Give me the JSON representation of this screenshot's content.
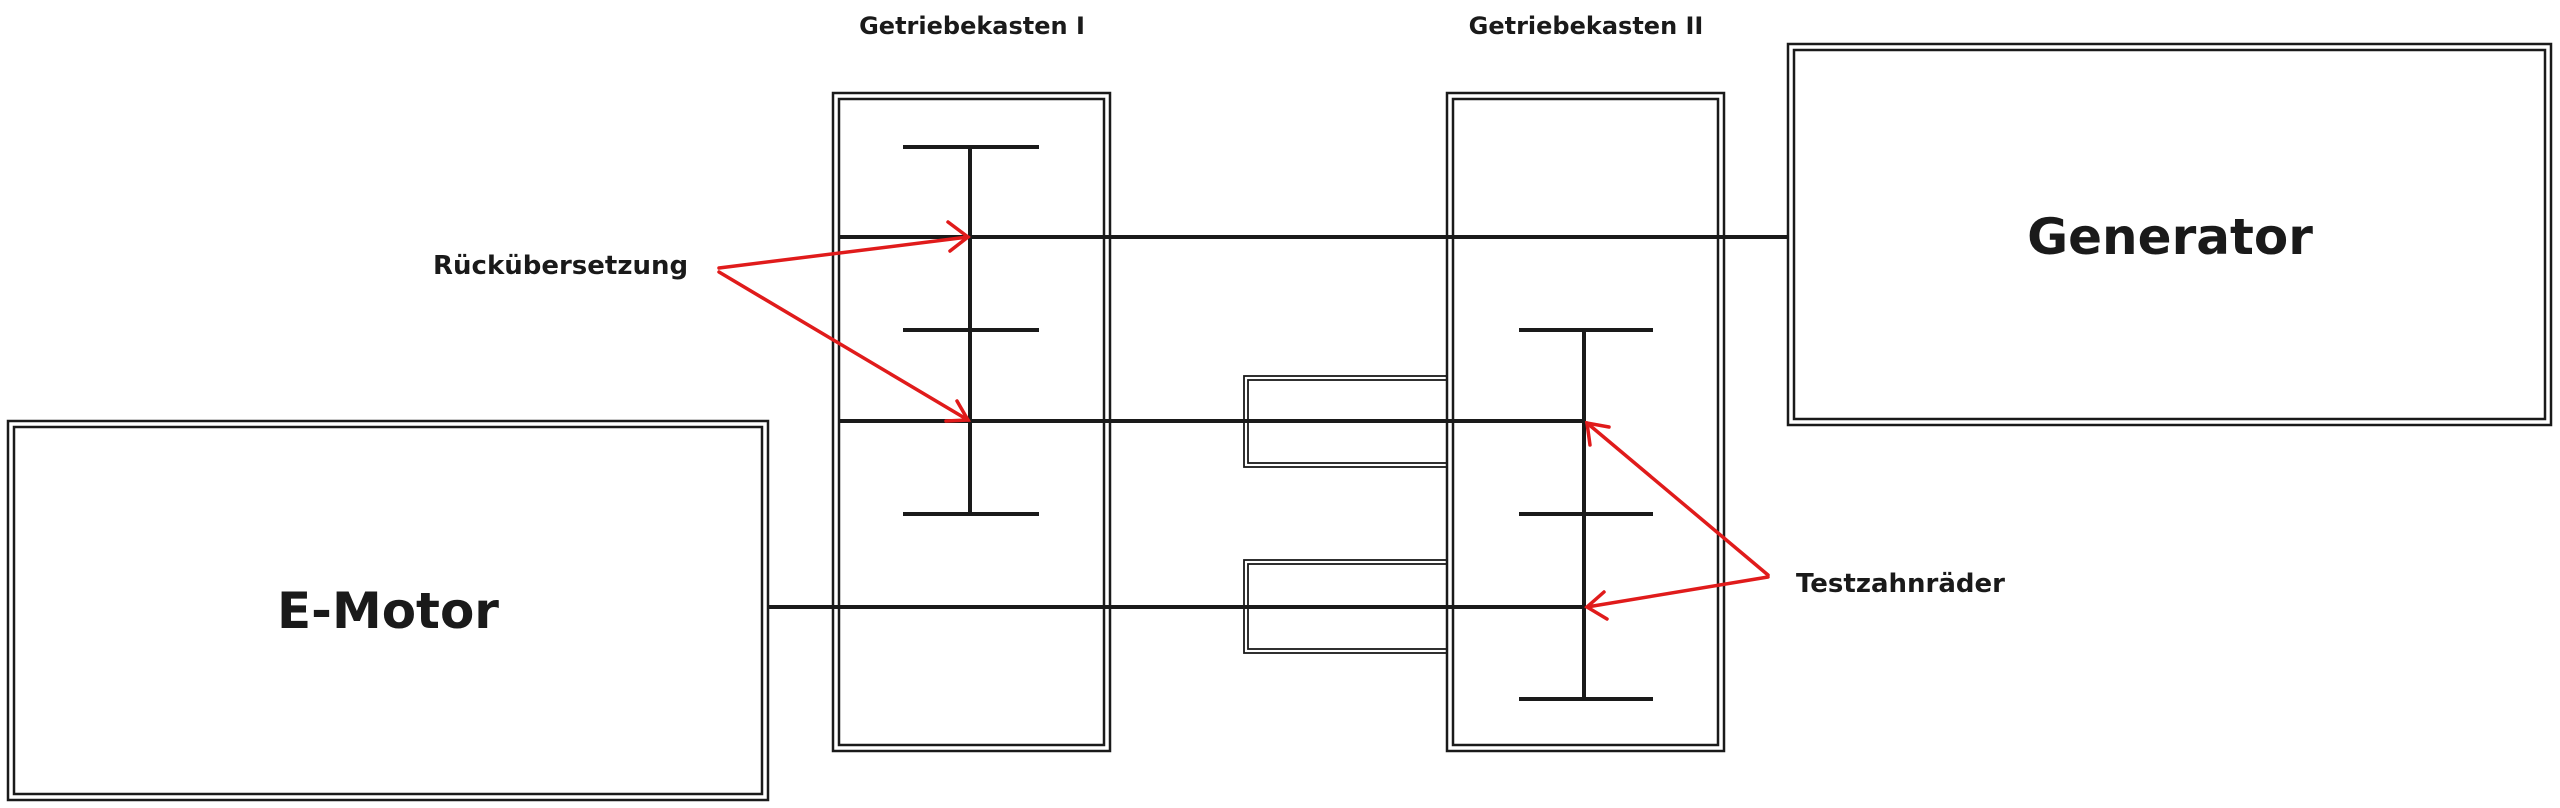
{
  "diagram": {
    "motor_label": "E-Motor",
    "generator_label": "Generator",
    "gearbox1_title": "Getriebekasten I",
    "gearbox2_title": "Getriebekasten II",
    "annotation_back_ratio": "Rückübersetzung",
    "annotation_test_gears": "Testzahnräder",
    "arrow_color": "#e01b1b",
    "line_color": "#1a1a1a"
  }
}
